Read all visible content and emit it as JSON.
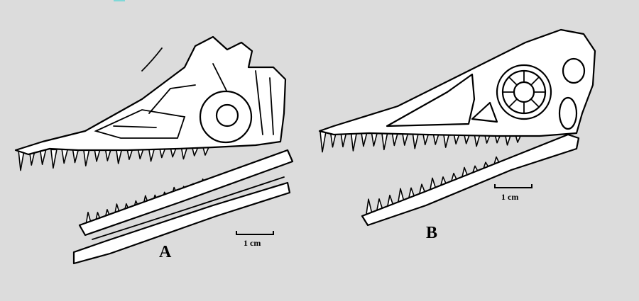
{
  "figure": {
    "panel_a": {
      "label": "A",
      "scale_label": "1 cm"
    },
    "panel_b": {
      "label": "B",
      "scale_label": "1 cm"
    },
    "colors": {
      "background": "#dcdcdc",
      "line": "#000000",
      "fill": "#ffffff",
      "corner_mark": "#7fd8d8"
    }
  }
}
